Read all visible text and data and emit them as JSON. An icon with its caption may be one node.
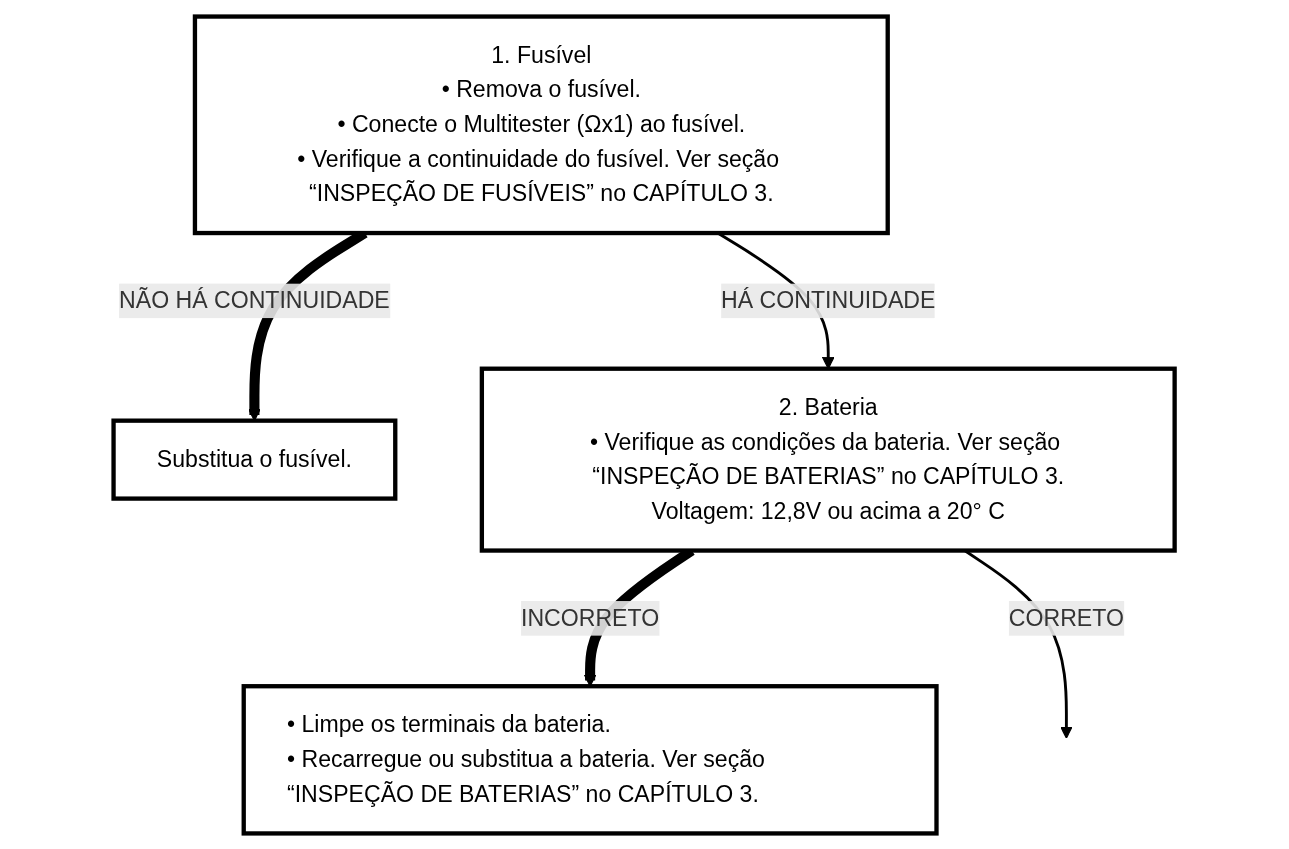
{
  "diagram": {
    "nodes": [
      {
        "text": [
          "1. Fusível",
          "• Remova o fusível.",
          "• Conecte o Multitester (Ωx1) ao fusível.",
          "• Verifique a continuidade do fusível. Ver seção “INSPEÇÃO DE FUSÍVEIS” no CAPÍTULO 3."
        ]
      },
      {
        "text": [
          "Substitua o fusível."
        ]
      },
      {
        "text": [
          "2. Bateria",
          "• Verifique as condições da bateria. Ver seção “INSPEÇÃO DE BATERIAS” no CAPÍTULO 3.",
          "Voltagem: 12,8V ou acima a 20° C"
        ]
      },
      {
        "text": [
          "• Limpe os terminais da bateria.",
          "• Recarregue ou substitua a bateria. Ver seção “INSPEÇÃO DE BATERIAS” no CAPÍTULO 3."
        ]
      }
    ],
    "edges": [
      {
        "from": 0,
        "to": 1,
        "arrow": "to",
        "label": "NÃO HÁ CONTINUIDADE",
        "style": "thick"
      },
      {
        "from": 0,
        "to": 2,
        "arrow": "to",
        "label": "HÁ CONTINUIDADE"
      },
      {
        "from": 2,
        "to": 3,
        "arrow": "to",
        "label": "INCORRETO",
        "style": "thick"
      },
      {
        "from": 2,
        "to": null,
        "arrow": "to",
        "label": "CORRETO"
      }
    ]
  }
}
